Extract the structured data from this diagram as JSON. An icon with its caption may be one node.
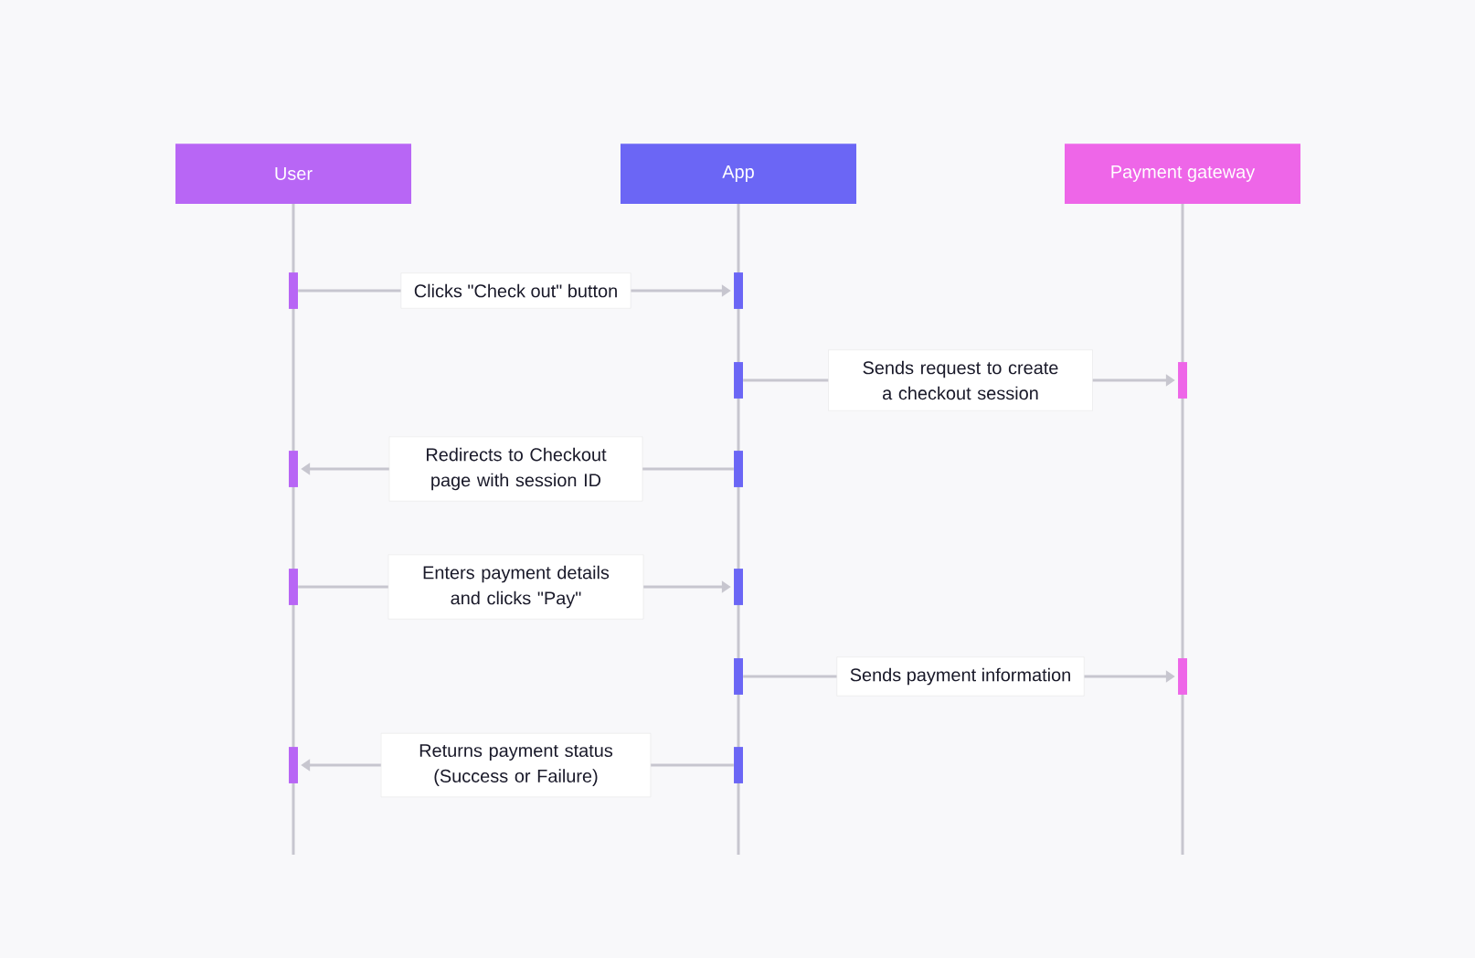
{
  "diagram": {
    "nodes": [
      {
        "text": [
          "User"
        ]
      },
      {
        "text": [
          "App"
        ]
      },
      {
        "text": [
          "Payment gateway"
        ]
      },
      {
        "text": [],
        "shape": "bar"
      },
      {
        "text": [],
        "shape": "bar"
      },
      {
        "text": [],
        "shape": "bar"
      },
      {
        "text": [],
        "shape": "bar"
      },
      {
        "text": [],
        "shape": "bar"
      },
      {
        "text": [],
        "shape": "bar"
      },
      {
        "text": [],
        "shape": "bar"
      },
      {
        "text": [],
        "shape": "bar"
      },
      {
        "text": [],
        "shape": "bar"
      },
      {
        "text": [],
        "shape": "bar"
      },
      {
        "text": [],
        "shape": "bar"
      },
      {
        "text": [],
        "shape": "bar"
      }
    ],
    "edges": [
      {
        "from": 3,
        "to": 4,
        "arrow": "to",
        "label": "Clicks \"Check out\" button"
      },
      {
        "from": 5,
        "to": 6,
        "arrow": "to",
        "label": "Sends request to create a checkout session"
      },
      {
        "from": 8,
        "to": 7,
        "arrow": "to",
        "label": "Redirects to Checkout page with session ID"
      },
      {
        "from": 9,
        "to": 10,
        "arrow": "to",
        "label": "Enters payment details and clicks \"Pay\""
      },
      {
        "from": 11,
        "to": 12,
        "arrow": "to",
        "label": "Sends payment information"
      },
      {
        "from": 14,
        "to": 13,
        "arrow": "to",
        "label": "Returns payment status (Success or Failure)"
      }
    ]
  }
}
